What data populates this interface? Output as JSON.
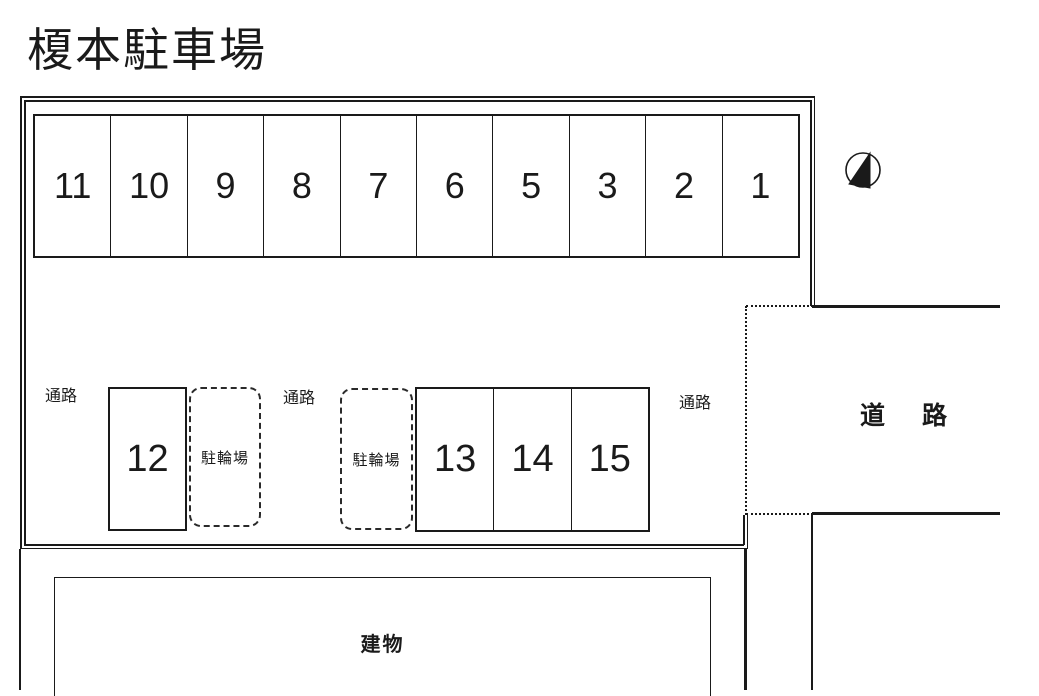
{
  "title": "榎本駐車場",
  "top_row": {
    "spaces": [
      "11",
      "10",
      "9",
      "8",
      "7",
      "6",
      "5",
      "3",
      "2",
      "1"
    ]
  },
  "middle_row": {
    "aisle_left": "通路",
    "space_12": "12",
    "bicycle_area_1": "駐輪場",
    "aisle_center": "通路",
    "bicycle_area_2": "駐輪場",
    "spaces": [
      "13",
      "14",
      "15"
    ],
    "aisle_right": "通路"
  },
  "road": {
    "label": "道　路"
  },
  "building": {
    "label": "建物"
  },
  "icons": {
    "north": "north-compass-icon"
  },
  "colors": {
    "line": "#1a1a1a",
    "background": "#ffffff"
  }
}
